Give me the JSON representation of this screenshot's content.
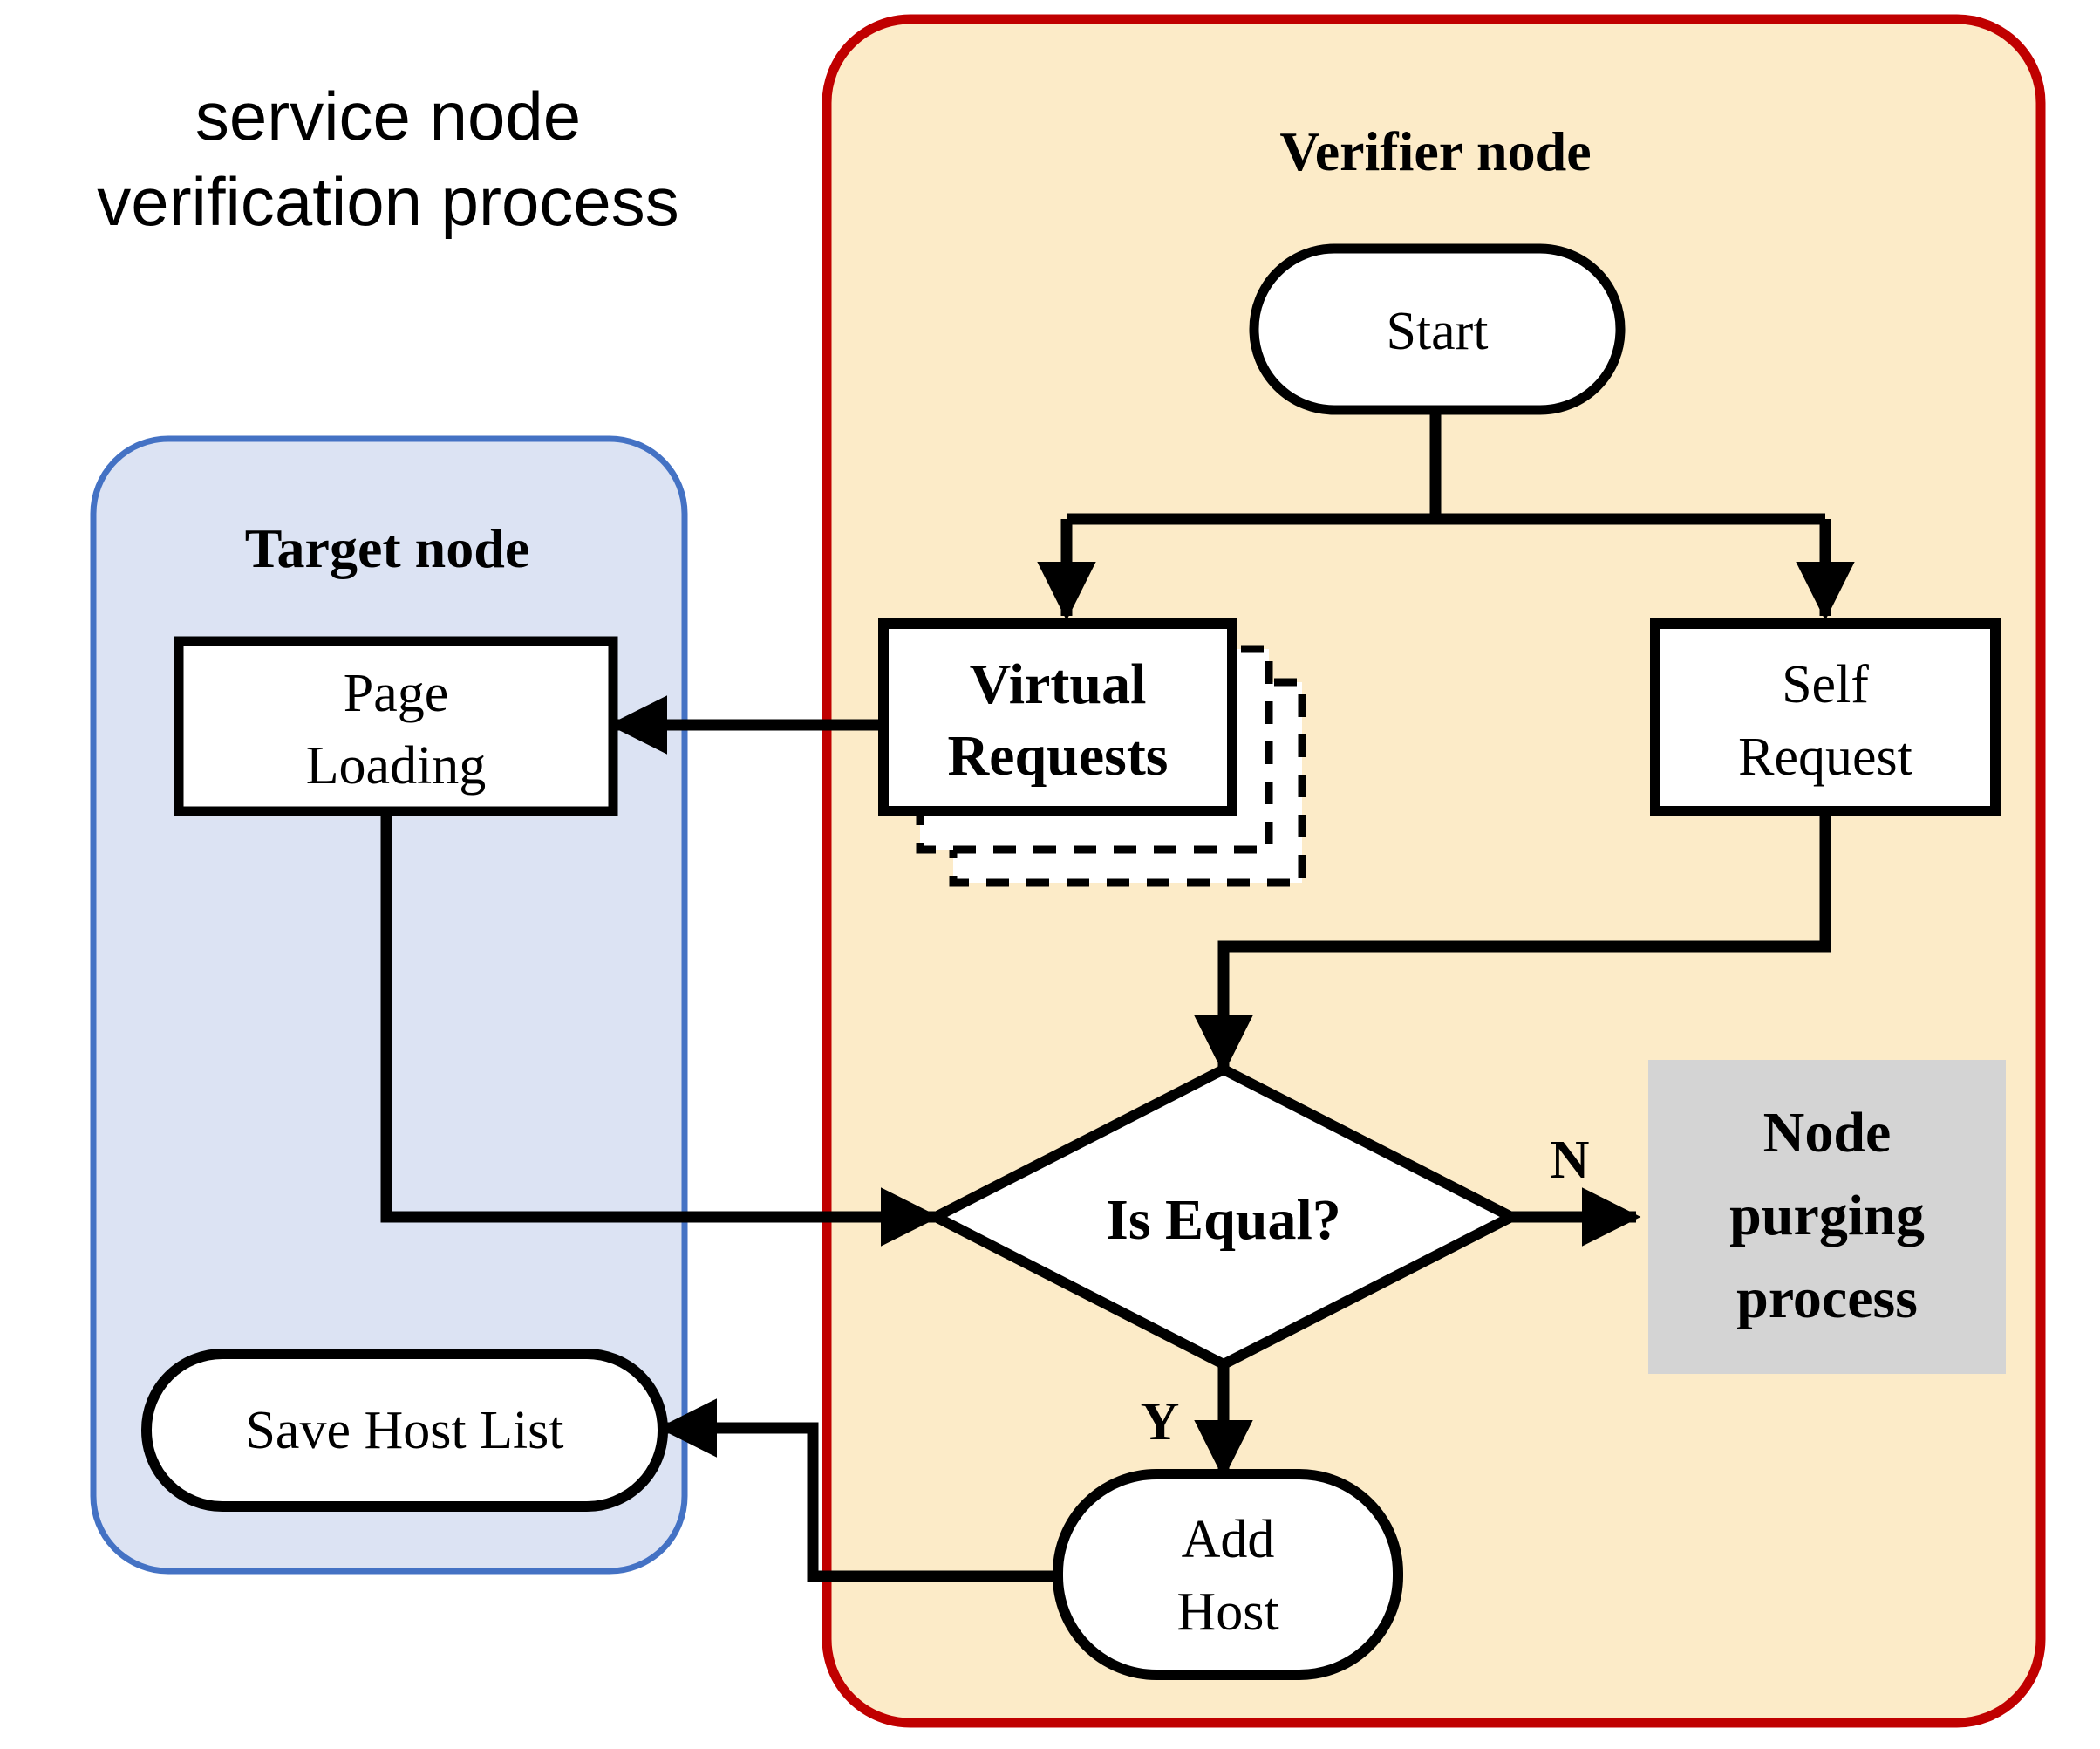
{
  "figure": {
    "title_line1": "service node",
    "title_line2": "verification process"
  },
  "groups": {
    "target": {
      "label": "Target node",
      "fill": "#DCE3F3",
      "stroke": "#4472C4"
    },
    "verifier": {
      "label": "Verifier node",
      "fill": "#FCEBC8",
      "stroke": "#C00000"
    }
  },
  "nodes": {
    "start": {
      "label": "Start",
      "shape": "stadium",
      "fill": "#FFFFFF"
    },
    "virtual_requests": {
      "label_line1": "Virtual",
      "label_line2": "Requests",
      "shape": "stacked-rect",
      "fill": "#FFFFFF",
      "bold": true
    },
    "self_request": {
      "label_line1": "Self",
      "label_line2": "Request",
      "shape": "rect",
      "fill": "#FFFFFF"
    },
    "page_loading": {
      "label_line1": "Page",
      "label_line2": "Loading",
      "shape": "rect",
      "fill": "#FFFFFF"
    },
    "is_equal": {
      "label": "Is Equal?",
      "shape": "diamond",
      "fill": "#FFFFFF",
      "bold": true
    },
    "node_purging": {
      "label_line1": "Node",
      "label_line2": "purging",
      "label_line3": "process",
      "shape": "rect",
      "fill": "#D4D4D4",
      "bold": true
    },
    "add_host": {
      "label_line1": "Add",
      "label_line2": "Host",
      "shape": "stadium",
      "fill": "#FFFFFF"
    },
    "save_host_list": {
      "label": "Save Host List",
      "shape": "stadium",
      "fill": "#FFFFFF"
    }
  },
  "edges": {
    "no_label": "N",
    "yes_label": "Y"
  },
  "colors": {
    "line": "#000000",
    "target_stroke": "#4472C4",
    "target_fill": "#DCE3F3",
    "verifier_stroke": "#C00000",
    "verifier_fill": "#FCEBC8",
    "purging_fill": "#D4D4D4"
  }
}
